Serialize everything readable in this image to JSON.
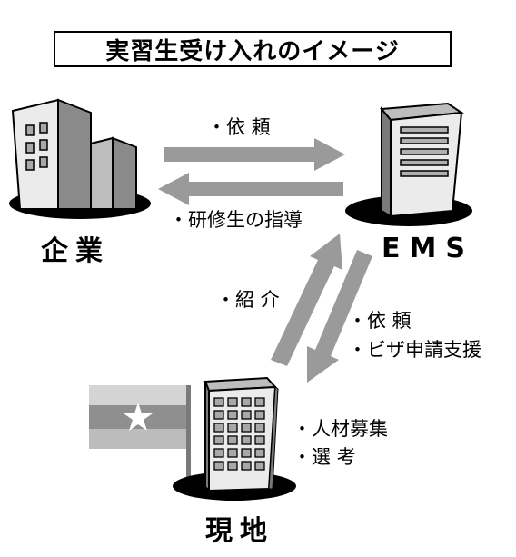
{
  "title": "実習生受け入れのイメージ",
  "nodes": {
    "company": "企業",
    "ems": "EMS",
    "local": "現地"
  },
  "labels": {
    "request_top": "・依 頼",
    "training": "・研修生の指導",
    "introduce": "・紹 介",
    "request_right": "・依 頼",
    "visa": "・ビザ申請支援",
    "recruit": "・人材募集",
    "select": "・選 考"
  },
  "colors": {
    "arrow": "#9a9a9a",
    "flag_top": "#d4d4d4",
    "flag_mid": "#8f8f8f",
    "flag_bottom": "#bcbcbc",
    "building_light": "#ebebeb",
    "building_dark": "#7a7a7a",
    "ground": "#000000"
  }
}
